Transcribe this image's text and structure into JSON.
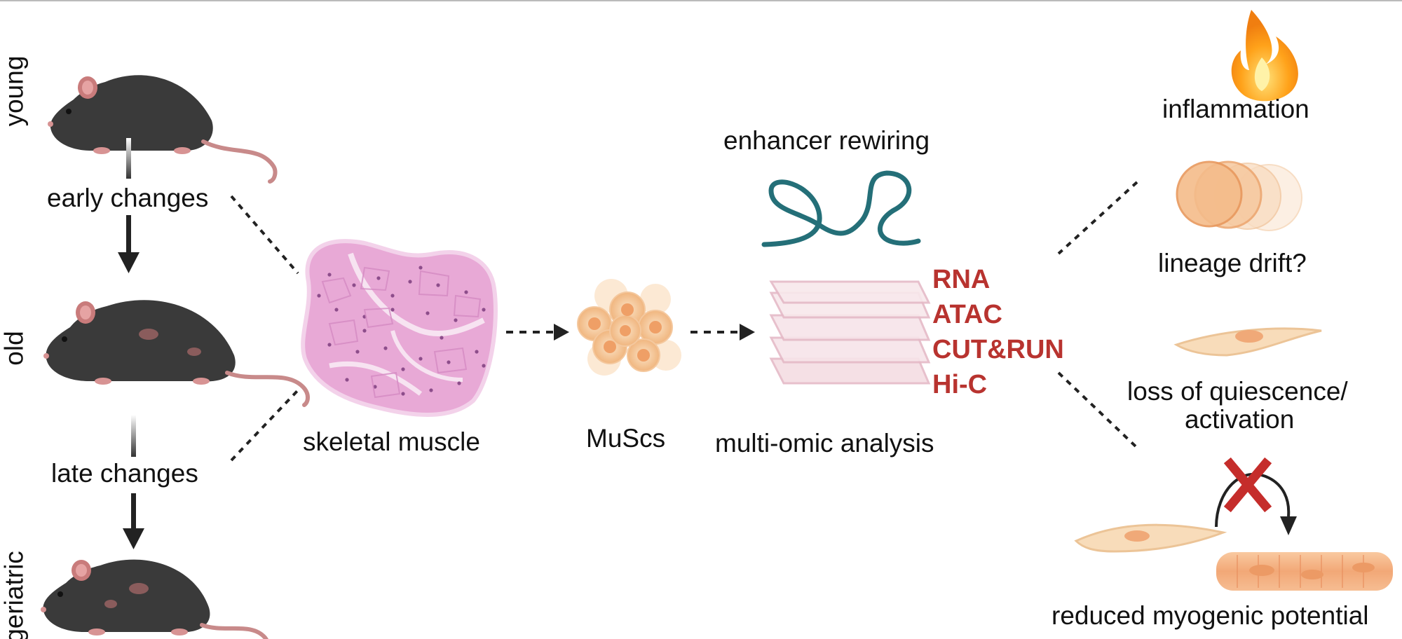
{
  "ages": {
    "young": "young",
    "old": "old",
    "geriatric": "geriatric"
  },
  "changes": {
    "early": "early changes",
    "late": "late changes"
  },
  "pipeline": {
    "muscle": "skeletal muscle",
    "muscs": "MuScs",
    "analysis": "multi-omic analysis",
    "enhancer": "enhancer rewiring"
  },
  "omics": [
    "RNA",
    "ATAC",
    "CUT&RUN",
    "Hi-C"
  ],
  "outcomes": {
    "inflammation": "inflammation",
    "lineage": "lineage drift?",
    "quiescence_line1": "loss of quiescence/",
    "quiescence_line2": "activation",
    "myogenic": "reduced myogenic potential"
  },
  "colors": {
    "omic_red": "#b8332f",
    "enhancer_teal": "#246f78",
    "muscle_pink": "#e6a6d2",
    "cell_orange": "#f2c08f",
    "mouse_dark": "#3a3a3a"
  },
  "icons": {
    "mouse": "mouse-icon",
    "flame": "flame-icon",
    "cells": "cell-cluster-icon",
    "myotube": "myotube-icon",
    "block": "x-mark-icon"
  }
}
